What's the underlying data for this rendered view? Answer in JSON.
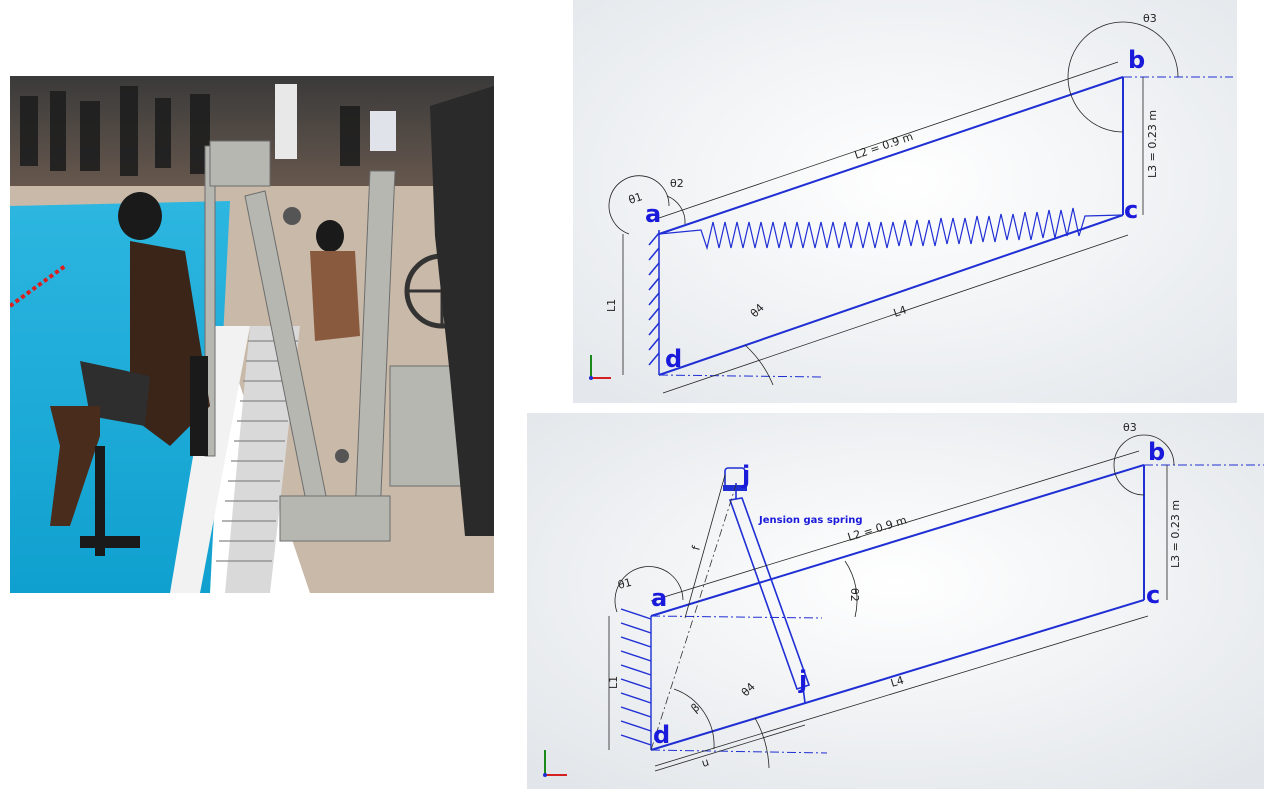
{
  "diagram1": {
    "points": {
      "a": "a",
      "b": "b",
      "c": "c",
      "d": "d"
    },
    "angles": {
      "t1": "θ1",
      "t2": "θ2",
      "t3": "θ3",
      "t4": "θ4"
    },
    "dims": {
      "L1": "L1",
      "L2": "L2 = 0.9 m",
      "L3": "L3 = 0.23 m",
      "L4": "L4"
    }
  },
  "diagram2": {
    "points": {
      "a": "a",
      "b": "b",
      "c": "c",
      "d": "d",
      "j_top": "j",
      "j_bottom": "j"
    },
    "angles": {
      "t1": "θ1",
      "t2": "θ2",
      "t3": "θ3",
      "t4": "θ4",
      "beta": "β"
    },
    "dims": {
      "L1": "L1",
      "L2": "L2 = 0.9 m",
      "L3": "L3 = 0.23 m",
      "L4": "L4",
      "f": "f",
      "u": "u"
    },
    "gas_spring_label": "Jension gas spring"
  },
  "colors": {
    "linkage": "#1f2fd4",
    "dimension": "#222222",
    "pool": "#1ea6d4",
    "deck": "#c8b9a8"
  }
}
